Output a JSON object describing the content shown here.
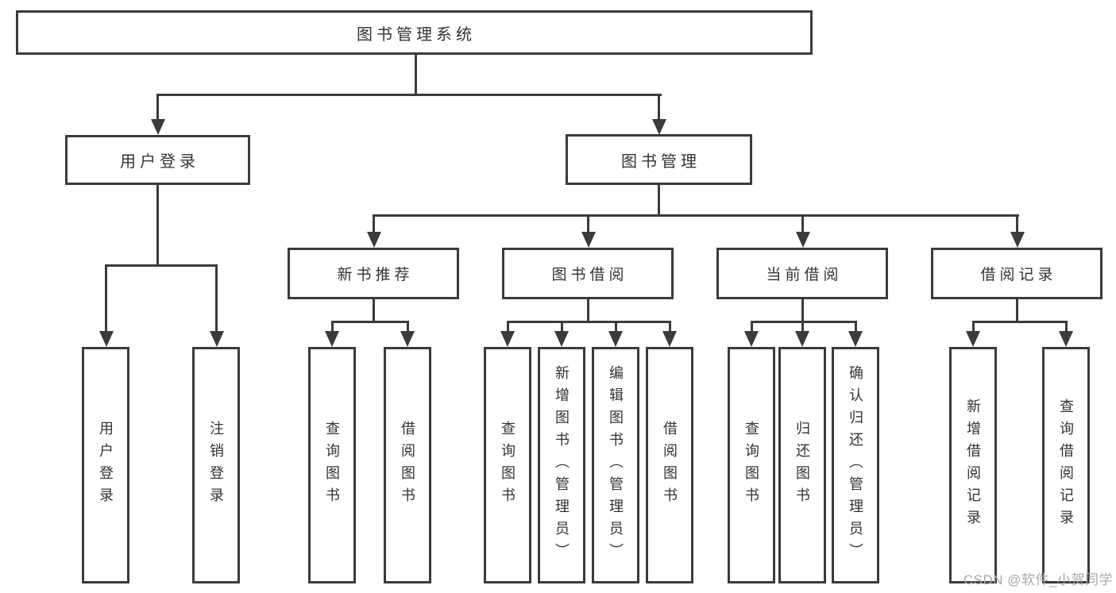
{
  "diagram": {
    "root": "图书管理系统",
    "level2": [
      {
        "label": "用户登录",
        "leaves": [
          "用户登录",
          "注销登录"
        ]
      },
      {
        "label": "图书管理",
        "groups": [
          {
            "label": "新书推荐",
            "leaves": [
              "查询图书",
              "借阅图书"
            ]
          },
          {
            "label": "图书借阅",
            "leaves": [
              "查询图书",
              "新增图书（管理员）",
              "编辑图书（管理员）",
              "借阅图书"
            ]
          },
          {
            "label": "当前借阅",
            "leaves": [
              "查询图书",
              "归还图书",
              "确认归还（管理员）"
            ]
          },
          {
            "label": "借阅记录",
            "leaves": [
              "新增借阅记录",
              "查询借阅记录"
            ]
          }
        ]
      }
    ]
  },
  "watermark": "CSDN @软件_小贺同学",
  "colors": {
    "line": "#3b3b3b",
    "text": "#333333",
    "watermark": "#a8a8a8",
    "background": "#ffffff"
  }
}
